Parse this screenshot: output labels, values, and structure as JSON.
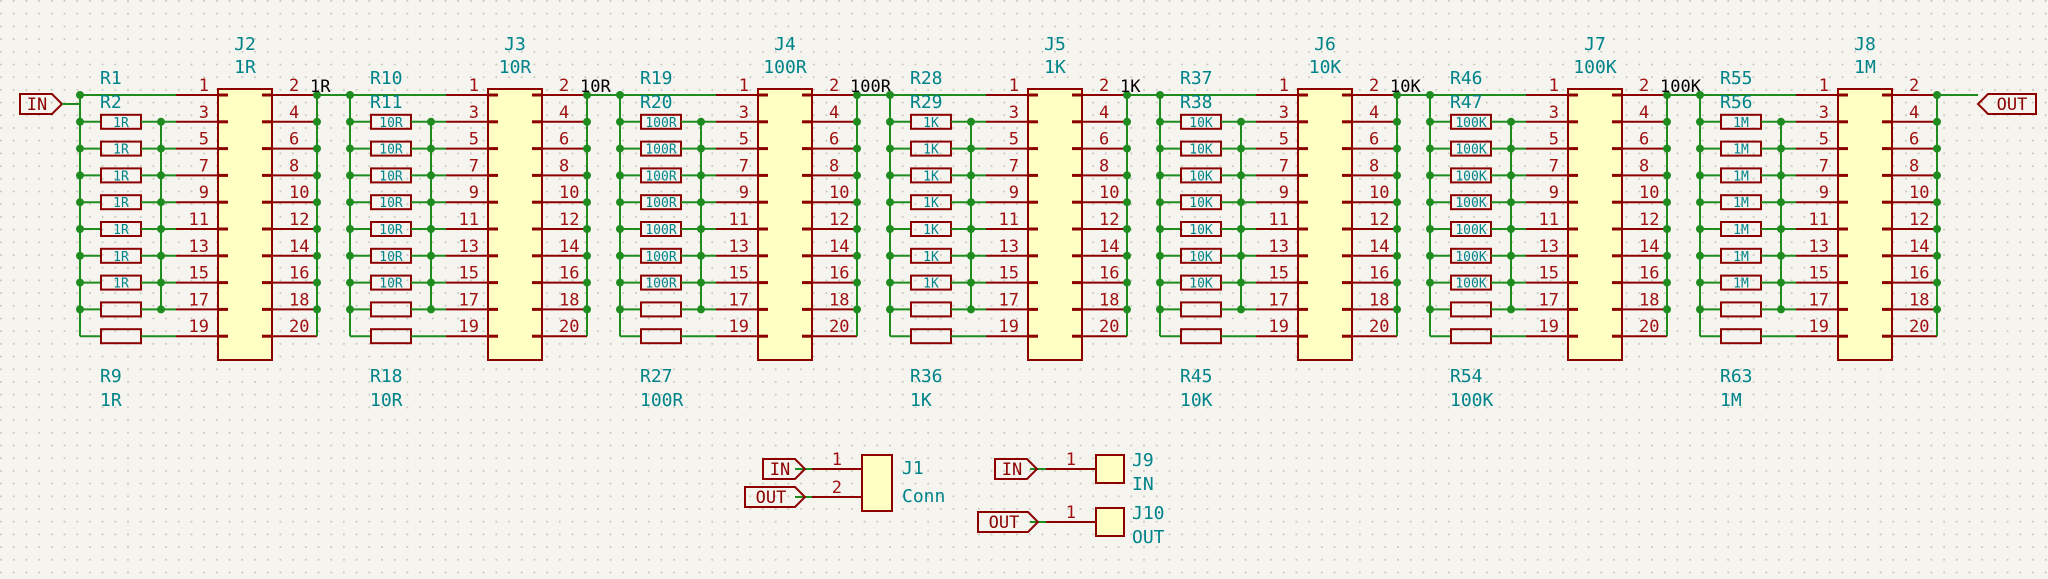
{
  "colors": {
    "background": "#f5f4ef",
    "grid_dot": "#c4c4bc",
    "wire": "#1e8c1e",
    "body_fill": "#ffffc4",
    "body_stroke": "#8c0000",
    "pin_line": "#8c0000",
    "pin_number": "#a01010",
    "reference": "#00848a",
    "net_label": "#000000",
    "junction": "#1e8c1e"
  },
  "ports": {
    "in": {
      "text": "IN",
      "shape": "input-port"
    },
    "out": {
      "text": "OUT",
      "shape": "output-port"
    }
  },
  "banks": [
    {
      "connector_ref": "J2",
      "connector_value": "1R",
      "top_ref": "R1",
      "top_ref_overlap": "R2",
      "bottom_ref": "R9",
      "bottom_value": "1R",
      "inner_labels": [
        "1R",
        "1R",
        "1R",
        "1R",
        "1R",
        "1R",
        "1R"
      ],
      "last_value": "1R",
      "output_net": "1R"
    },
    {
      "connector_ref": "J3",
      "connector_value": "10R",
      "top_ref": "R10",
      "top_ref_overlap": "R11",
      "bottom_ref": "R18",
      "bottom_value": "10R",
      "inner_labels": [
        "10R",
        "10R",
        "10R",
        "10R",
        "10R",
        "10R",
        "10R"
      ],
      "last_value": "10R",
      "output_net": "10R"
    },
    {
      "connector_ref": "J4",
      "connector_value": "100R",
      "top_ref": "R19",
      "top_ref_overlap": "R20",
      "bottom_ref": "R27",
      "bottom_value": "100R",
      "inner_labels": [
        "100R",
        "100R",
        "100R",
        "100R",
        "100R",
        "100R",
        "100R"
      ],
      "last_value": "100R",
      "output_net": "100R"
    },
    {
      "connector_ref": "J5",
      "connector_value": "1K",
      "top_ref": "R28",
      "top_ref_overlap": "R29",
      "bottom_ref": "R36",
      "bottom_value": "1K",
      "inner_labels": [
        "1K",
        "1K",
        "1K",
        "1K",
        "1K",
        "1K",
        "1K"
      ],
      "last_value": "1K",
      "output_net": "1K"
    },
    {
      "connector_ref": "J6",
      "connector_value": "10K",
      "top_ref": "R37",
      "top_ref_overlap": "R38",
      "bottom_ref": "R45",
      "bottom_value": "10K",
      "inner_labels": [
        "10K",
        "10K",
        "10K",
        "10K",
        "10K",
        "10K",
        "10K"
      ],
      "last_value": "10K",
      "output_net": "10K"
    },
    {
      "connector_ref": "J7",
      "connector_value": "100K",
      "top_ref": "R46",
      "top_ref_overlap": "R47",
      "bottom_ref": "R54",
      "bottom_value": "100K",
      "inner_labels": [
        "100K",
        "100K",
        "100K",
        "100K",
        "100K",
        "100K",
        "100K"
      ],
      "last_value": "100K",
      "output_net": "100K"
    },
    {
      "connector_ref": "J8",
      "connector_value": "1M",
      "top_ref": "R55",
      "top_ref_overlap": "R56",
      "bottom_ref": "R63",
      "bottom_value": "1M",
      "inner_labels": [
        "1M",
        "1M",
        "1M",
        "1M",
        "1M",
        "1M",
        "1M"
      ],
      "last_value": "1M",
      "output_net": ""
    }
  ],
  "left_pins": [
    "1",
    "3",
    "5",
    "7",
    "9",
    "11",
    "13",
    "15",
    "17",
    "19"
  ],
  "right_pins": [
    "2",
    "4",
    "6",
    "8",
    "10",
    "12",
    "14",
    "16",
    "18",
    "20"
  ],
  "bottom_connectors": {
    "j1": {
      "ref": "J1",
      "value": "Conn",
      "pin1": "1",
      "pin2": "2",
      "port1": "IN",
      "port2": "OUT"
    },
    "j9": {
      "ref": "J9",
      "value": "IN",
      "pin": "1",
      "port": "IN"
    },
    "j10": {
      "ref": "J10",
      "value": "OUT",
      "pin": "1",
      "port": "OUT"
    }
  }
}
